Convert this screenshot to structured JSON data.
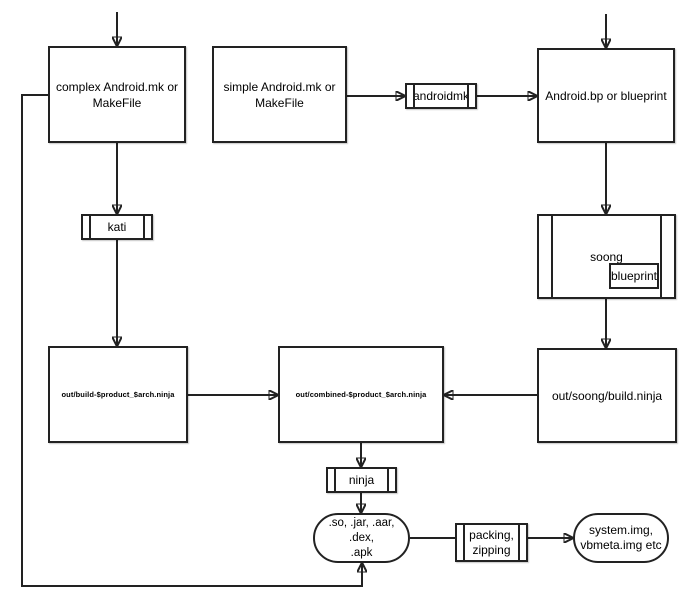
{
  "diagram": {
    "type": "flowchart",
    "subject": "Android build system pipeline",
    "colors": {
      "stroke": "#222222",
      "fill": "#ffffff",
      "text": "#000000",
      "canvas": "#ffffff"
    },
    "nodes": {
      "complex_mk": "complex Android.mk or\nMakeFile",
      "simple_mk": "simple Android.mk or\nMakeFile",
      "androidmk_tool": "androidmk",
      "android_bp": "Android.bp or blueprint",
      "kati": "kati",
      "soong": "soong",
      "soong_blueprint": "blueprint",
      "out_build": "out/build-$product_$arch.ninja",
      "out_combined": "out/combined-$product_$arch.ninja",
      "out_soong": "out/soong/build.ninja",
      "ninja": "ninja",
      "artifacts": ".so, .jar, .aar, .dex,\n.apk",
      "packing": "packing,\nzipping",
      "images": "system.img,\nvbmeta.img etc"
    }
  }
}
